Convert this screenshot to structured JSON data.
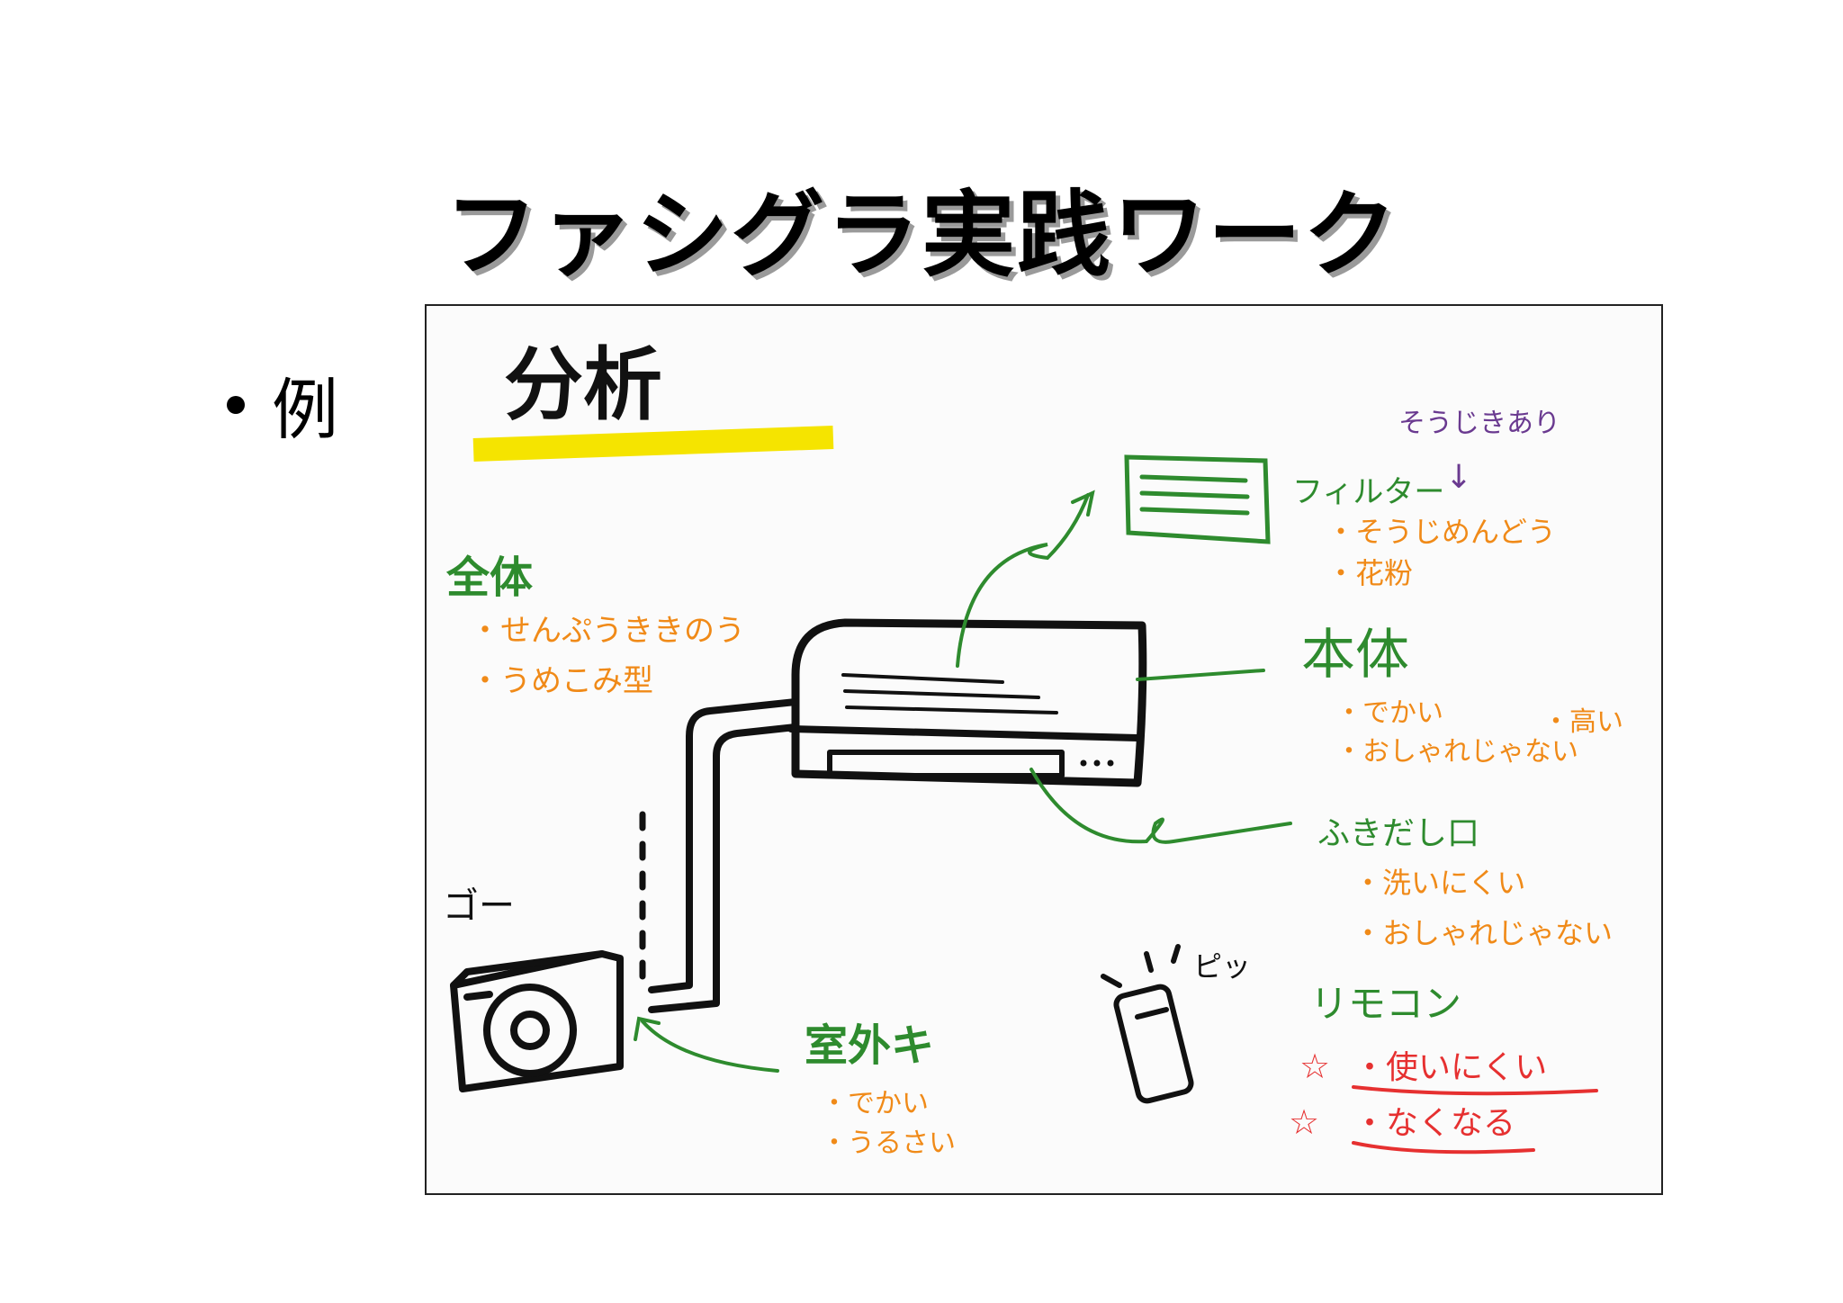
{
  "slide": {
    "title": "ファシグラ実践ワーク",
    "bullet": "例"
  },
  "sketch": {
    "heading": "分析",
    "whole": {
      "label": "全体",
      "items": [
        "・せんぷうききのう",
        "・うめこみ型"
      ]
    },
    "filter": {
      "label": "フィルター",
      "items": [
        "・そうじめんどう",
        "・花粉"
      ],
      "note": "そうじきあり"
    },
    "body": {
      "label": "本体",
      "items": [
        "・でかい",
        "・高い",
        "・おしゃれじゃない"
      ]
    },
    "vent": {
      "label": "ふきだし口",
      "items": [
        "・洗いにくい",
        "・おしゃれじゃない"
      ]
    },
    "outdoor": {
      "label": "室外キ",
      "items": [
        "・でかい",
        "・うるさい"
      ],
      "sound": "ゴー"
    },
    "remote": {
      "label": "リモコン",
      "items": [
        "・使いにくい",
        "・なくなる"
      ],
      "sound": "ピッ"
    }
  },
  "colors": {
    "green": "#2e8b2e",
    "orange": "#f08a18",
    "purple": "#6a3a90",
    "red": "#e63030",
    "highlighter": "#f5e400"
  }
}
